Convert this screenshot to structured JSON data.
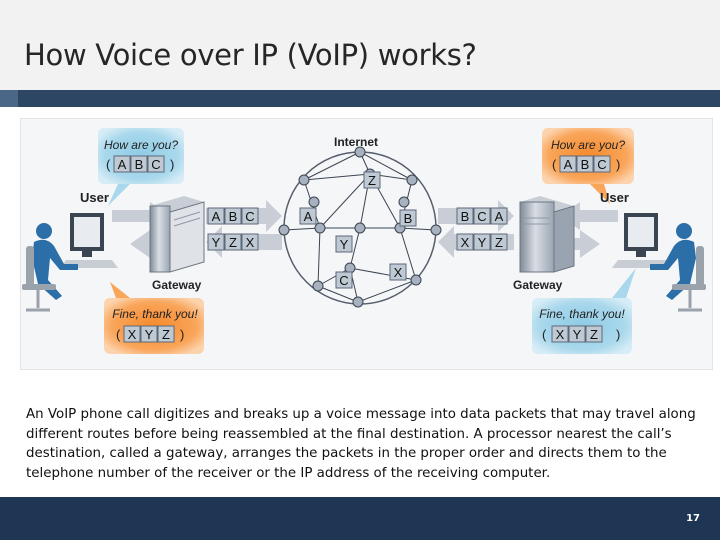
{
  "slide": {
    "title": "How Voice over IP (VoIP) works?",
    "caption": "An VoIP phone call digitizes and breaks up a voice message into data packets that may travel along different routes before being reassembled at the final destination. A processor nearest the call’s destination, called a gateway, arranges the packets in the proper order and directs them to the telephone number of the receiver or the IP address of the receiving computer.",
    "page_number": "17"
  },
  "diagram": {
    "internet_label": "Internet",
    "left_user_label": "User",
    "right_user_label": "User",
    "left_gateway_label": "Gateway",
    "right_gateway_label": "Gateway",
    "bubble_top_left": {
      "text": "How are you?",
      "packets": [
        "A",
        "B",
        "C"
      ]
    },
    "bubble_top_right": {
      "text": "How are you?",
      "packets": [
        "A",
        "B",
        "C"
      ]
    },
    "bubble_bottom_left": {
      "text": "Fine, thank you!",
      "packets": [
        "X",
        "Y",
        "Z"
      ]
    },
    "bubble_bottom_right": {
      "text": "Fine, thank you!",
      "packets": [
        "X",
        "Y",
        "Z"
      ]
    },
    "left_outgoing_packets": [
      "A",
      "B",
      "C"
    ],
    "left_incoming_packets": [
      "Y",
      "Z",
      "X"
    ],
    "right_incoming_packets": [
      "B",
      "C",
      "A"
    ],
    "right_outgoing_packets": [
      "X",
      "Y",
      "Z"
    ],
    "network_packets": [
      "Z",
      "A",
      "B",
      "Y",
      "C",
      "X"
    ],
    "colors": {
      "bubble_blue": "#a9d8ec",
      "bubble_orange": "#f9a55a",
      "packet_fill": "#bfc9d4",
      "arrow": "#c9ced6",
      "node": "#a7b1bf"
    }
  }
}
